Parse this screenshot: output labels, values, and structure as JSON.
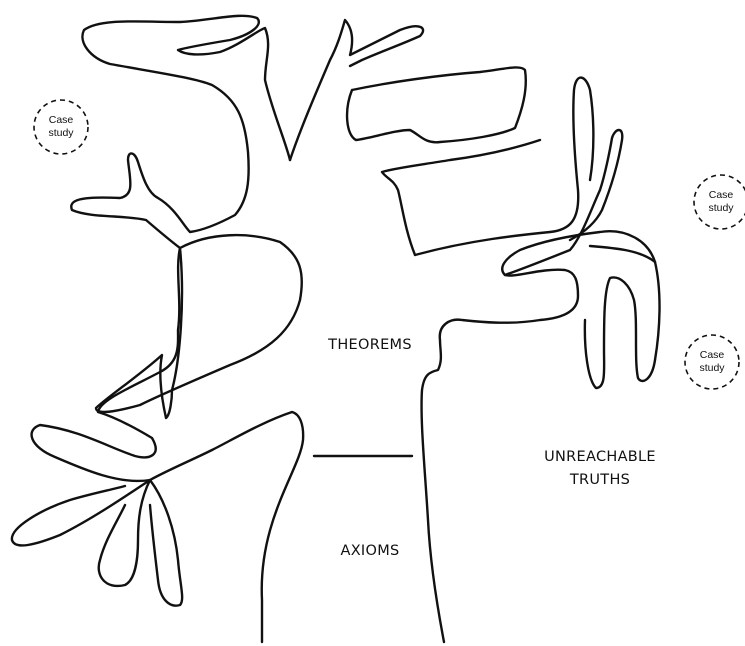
{
  "diagram": {
    "regions": {
      "theorems": "THEOREMS",
      "axioms": "AXIOMS",
      "unreachable_line1": "UNREACHABLE",
      "unreachable_line2": "TRUTHS"
    },
    "case_studies": [
      {
        "line1": "Case",
        "line2": "study"
      },
      {
        "line1": "Case",
        "line2": "study"
      },
      {
        "line1": "Case",
        "line2": "study"
      }
    ]
  }
}
